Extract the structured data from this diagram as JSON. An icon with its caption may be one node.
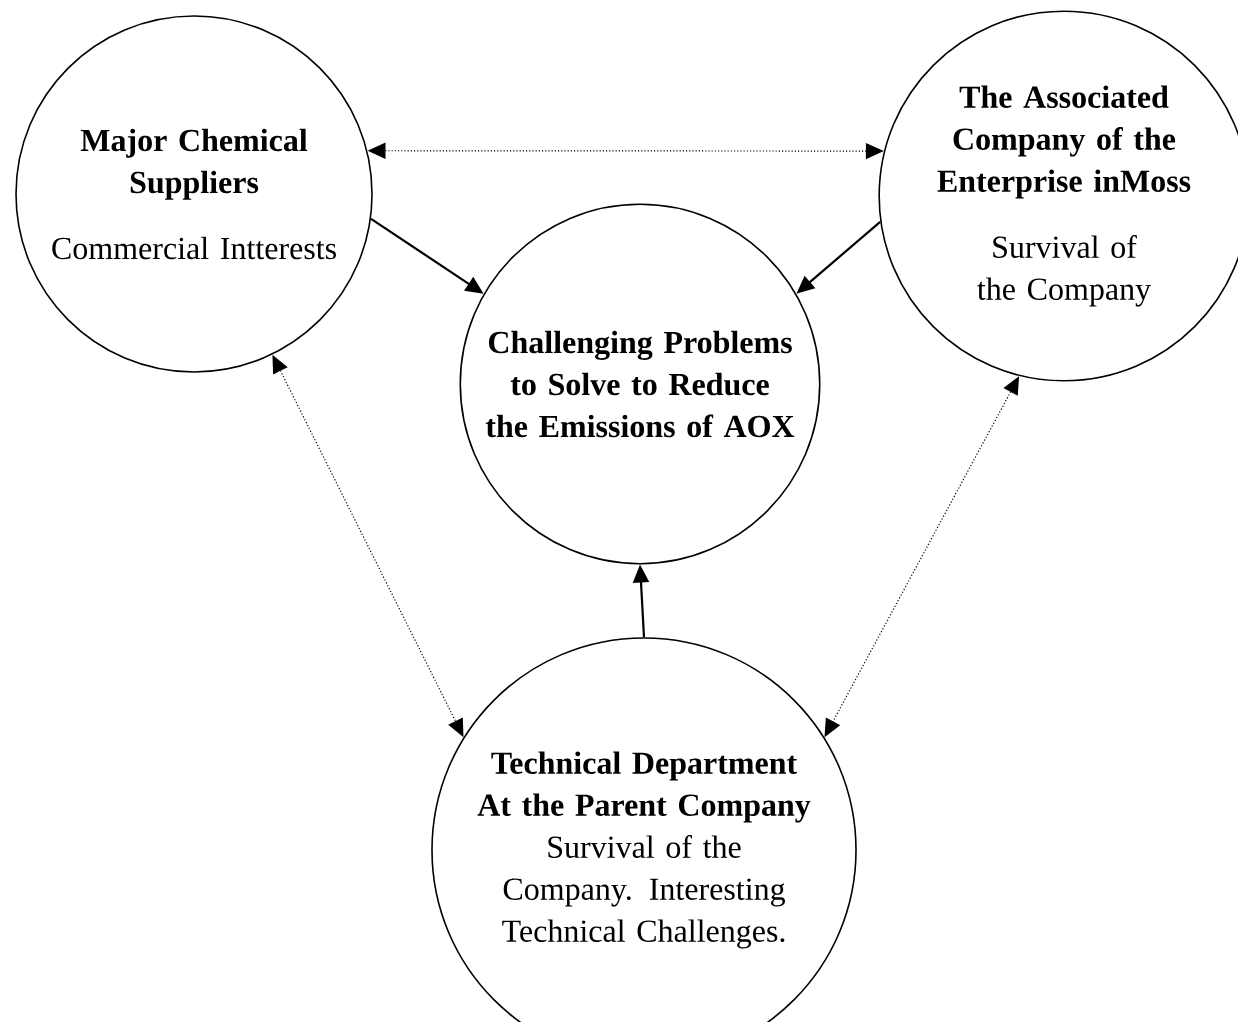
{
  "diagram": {
    "nodes": [
      {
        "text": [
          "Major Chemical Suppliers",
          "Commercial Intterests"
        ]
      },
      {
        "text": [
          "The Associated Company of the Enterprise inMoss",
          "Survival of the Company"
        ]
      },
      {
        "text": [
          "Challenging Problems to Solve to Reduce the Emissions of AOX"
        ]
      },
      {
        "text": [
          "Technical Department At the Parent Company",
          "Survival of  the Company. Interesting Technical Challenges."
        ]
      }
    ],
    "edges": [
      {
        "from": 0,
        "to": 2,
        "arrow": "to"
      },
      {
        "from": 1,
        "to": 2,
        "arrow": "to"
      },
      {
        "from": 3,
        "to": 2,
        "arrow": "to"
      },
      {
        "from": 0,
        "to": 1,
        "arrow": "both",
        "style": "dashed"
      },
      {
        "from": 0,
        "to": 3,
        "arrow": "both",
        "style": "dashed"
      },
      {
        "from": 1,
        "to": 3,
        "arrow": "both",
        "style": "dashed"
      }
    ]
  }
}
